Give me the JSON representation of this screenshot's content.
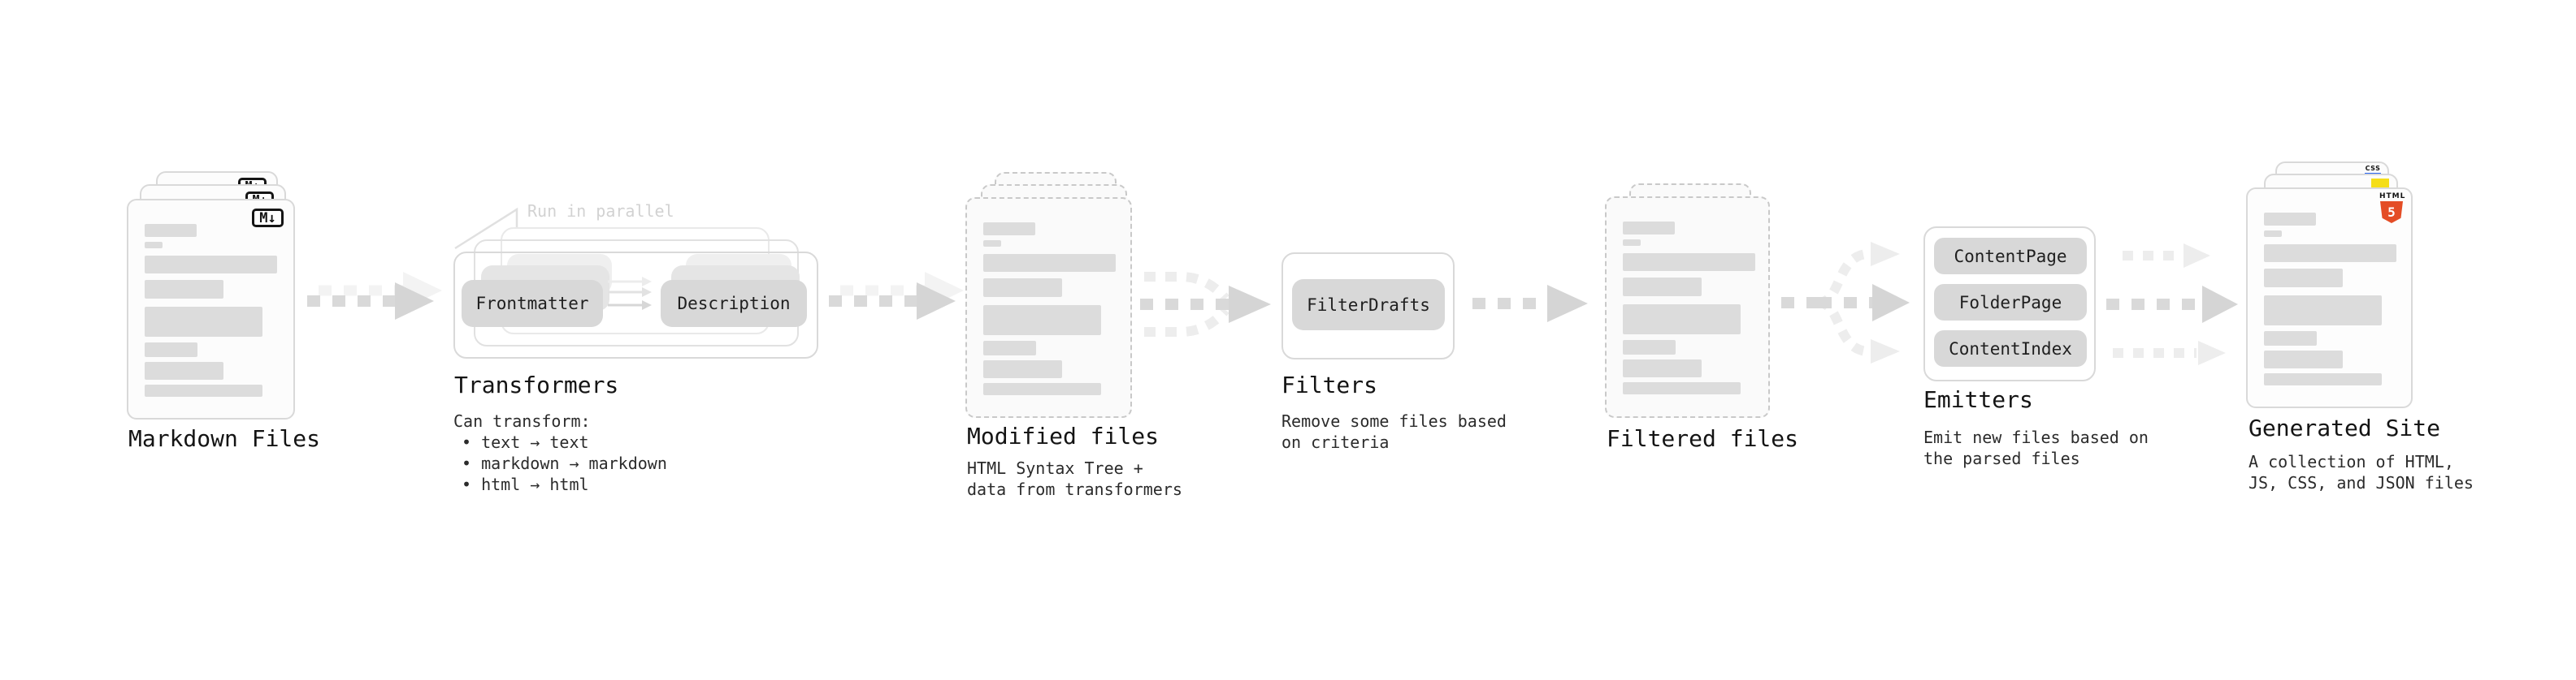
{
  "colors": {
    "arrow_dark": "#d9d9d9",
    "arrow_light": "#ededed",
    "placeholder_bar": "#dcdcdc",
    "html5_orange": "#e44d26",
    "js_yellow": "#f5de19",
    "css_blue": "#2965f1"
  },
  "stages": [
    {
      "name": "markdown-files",
      "label": "Markdown Files",
      "file_icon": "M↓"
    },
    {
      "name": "transformers",
      "title": "Transformers",
      "annotation": "Run in parallel",
      "transformer_boxes": [
        "Frontmatter",
        "Description"
      ],
      "description_lines": [
        "Can transform:",
        "• text → text",
        "• markdown → markdown",
        "• html → html"
      ]
    },
    {
      "name": "modified-files",
      "label": "Modified files",
      "description_lines": [
        "HTML Syntax Tree +",
        "data from transformers"
      ]
    },
    {
      "name": "filters",
      "title": "Filters",
      "filter_boxes": [
        "FilterDrafts"
      ],
      "description_lines": [
        "Remove some files based",
        "on criteria"
      ]
    },
    {
      "name": "filtered-files",
      "label": "Filtered files"
    },
    {
      "name": "emitters",
      "title": "Emitters",
      "emitter_boxes": [
        "ContentPage",
        "FolderPage",
        "ContentIndex"
      ],
      "description_lines": [
        "Emit new files based on",
        "the parsed files"
      ]
    },
    {
      "name": "generated-site",
      "label": "Generated Site",
      "badges": {
        "html": {
          "label": "HTML",
          "number": "5"
        },
        "css": "CSS"
      },
      "description_lines": [
        "A collection of HTML,",
        "JS, CSS, and JSON files"
      ]
    }
  ]
}
